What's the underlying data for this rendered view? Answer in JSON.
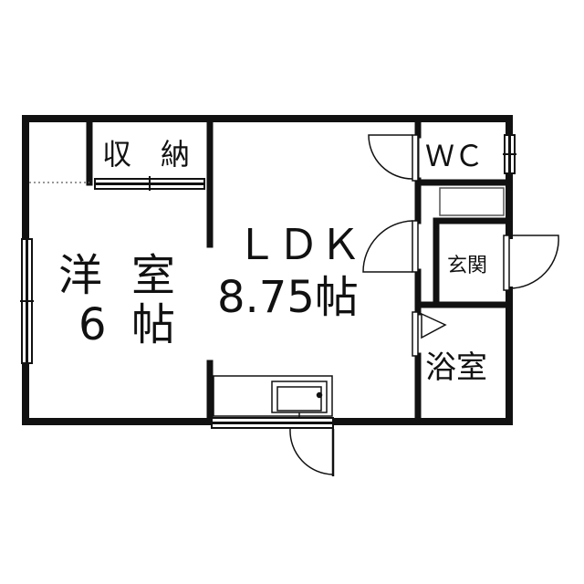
{
  "floorplan": {
    "rooms": {
      "western": {
        "name_char1": "洋",
        "name_char2": "室",
        "size_num": "6",
        "size_unit": "帖"
      },
      "ldk": {
        "name": "ＬＤＫ",
        "size": "8.75帖"
      },
      "closet": {
        "char1": "収",
        "char2": "納"
      },
      "toilet": {
        "name": "ＷＣ"
      },
      "entrance": {
        "name": "玄関"
      },
      "bathroom": {
        "name": "浴室"
      }
    },
    "colors": {
      "wall": "#111111",
      "fixture": "#555555",
      "background": "#ffffff"
    }
  }
}
